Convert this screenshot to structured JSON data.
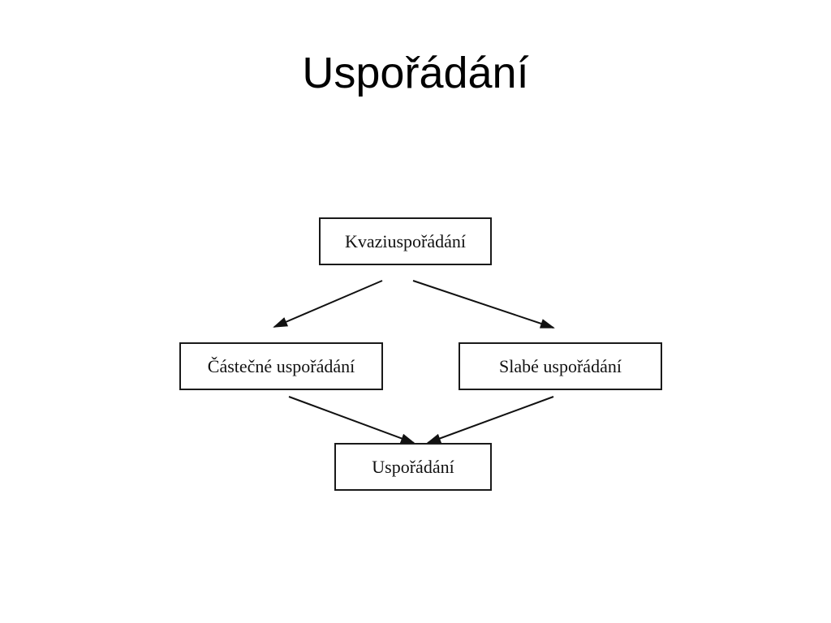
{
  "slide": {
    "title": "Uspořádání"
  },
  "diagram": {
    "nodes": {
      "top": "Kvaziuspořádání",
      "left": "Částečné uspořádání",
      "right": "Slabé uspořádání",
      "bottom": "Uspořádání"
    },
    "edges": [
      {
        "from": "top",
        "to": "left"
      },
      {
        "from": "top",
        "to": "right"
      },
      {
        "from": "left",
        "to": "bottom"
      },
      {
        "from": "right",
        "to": "bottom"
      }
    ]
  }
}
